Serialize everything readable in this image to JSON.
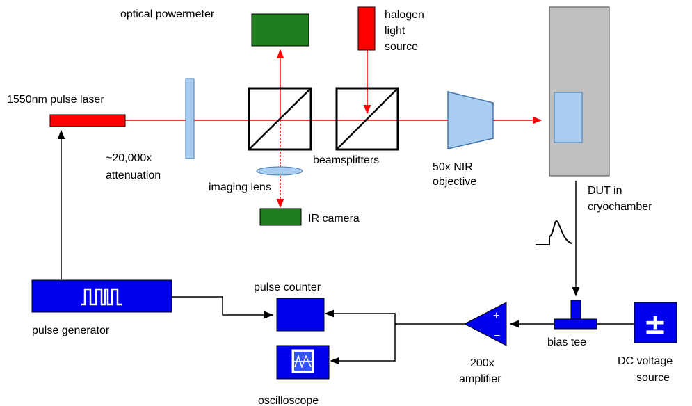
{
  "labels": {
    "laser": "1550nm pulse laser",
    "attenuation_1": "~20,000x",
    "attenuation_2": "attenuation",
    "powermeter": "optical powermeter",
    "halogen_1": "halogen",
    "halogen_2": "light",
    "halogen_3": "source",
    "imaging_lens": "imaging lens",
    "ir_camera": "IR camera",
    "beamsplitters": "beamsplitters",
    "objective_1": "50x NIR",
    "objective_2": "objective",
    "dut_1": "DUT in",
    "dut_2": "cryochamber",
    "pulse_generator": "pulse generator",
    "pulse_counter": "pulse counter",
    "oscilloscope": "oscilloscope",
    "amplifier_1": "200x",
    "amplifier_2": "amplifier",
    "bias_tee": "bias tee",
    "dc_source_1": "DC voltage",
    "dc_source_2": "source",
    "amp_plus": "+",
    "amp_minus": "−",
    "dc_symbol": "±"
  },
  "colors": {
    "laser_beam": "#ff0000",
    "laser_body": "#ff0000",
    "sensor_green": "#1e7d1e",
    "instrument_blue": "#0000ee",
    "optic_light_blue": "#a8cdf0",
    "cryochamber_gray": "#c0c0c0",
    "wire": "#000000"
  }
}
